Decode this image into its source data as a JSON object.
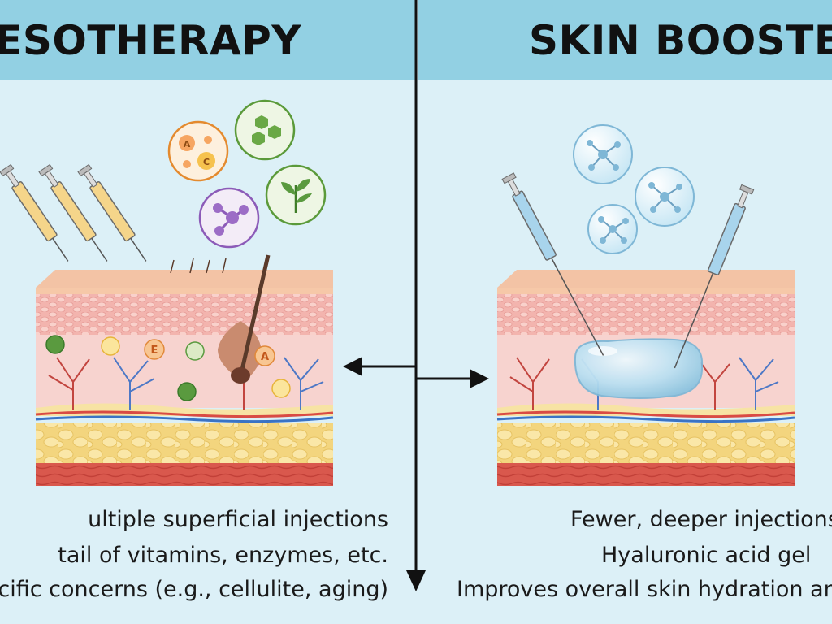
{
  "left": {
    "title": "ESOTHERAPY",
    "captions": [
      "ultiple superficial injections",
      "tail of vitamins, enzymes, etc.",
      "ecific concerns (e.g., cellulite, aging)"
    ],
    "particle_labels": [
      "A",
      "C",
      "E",
      "A"
    ]
  },
  "right": {
    "title": "SKIN BOOSTE",
    "captions": [
      "Fewer, deeper injections",
      "Hyaluronic acid gel",
      "Improves overall skin hydration and"
    ]
  },
  "colors": {
    "header_bg": "#92d0e3",
    "page_bg": "#dcf0f7",
    "divider": "#111111",
    "epidermis": "#f6c8a8",
    "dermis": "#f7d3cf",
    "fat": "#f7df93",
    "muscle": "#d9584d",
    "serum_yellow": "#f5d58a",
    "serum_blue": "#a8d4ec"
  },
  "icons": {
    "left": [
      "syringe-icon",
      "vitamin-ac-bubble-icon",
      "green-hexagon-bubble-icon",
      "purple-molecule-bubble-icon",
      "leaf-bubble-icon",
      "hair-follicle-icon",
      "blood-vessel-icon"
    ],
    "right": [
      "syringe-icon",
      "hyaluronic-molecule-bubble-icon",
      "gel-deposit-icon",
      "blood-vessel-icon"
    ],
    "divider": [
      "arrow-left-icon",
      "arrow-right-icon",
      "arrow-down-icon"
    ]
  }
}
